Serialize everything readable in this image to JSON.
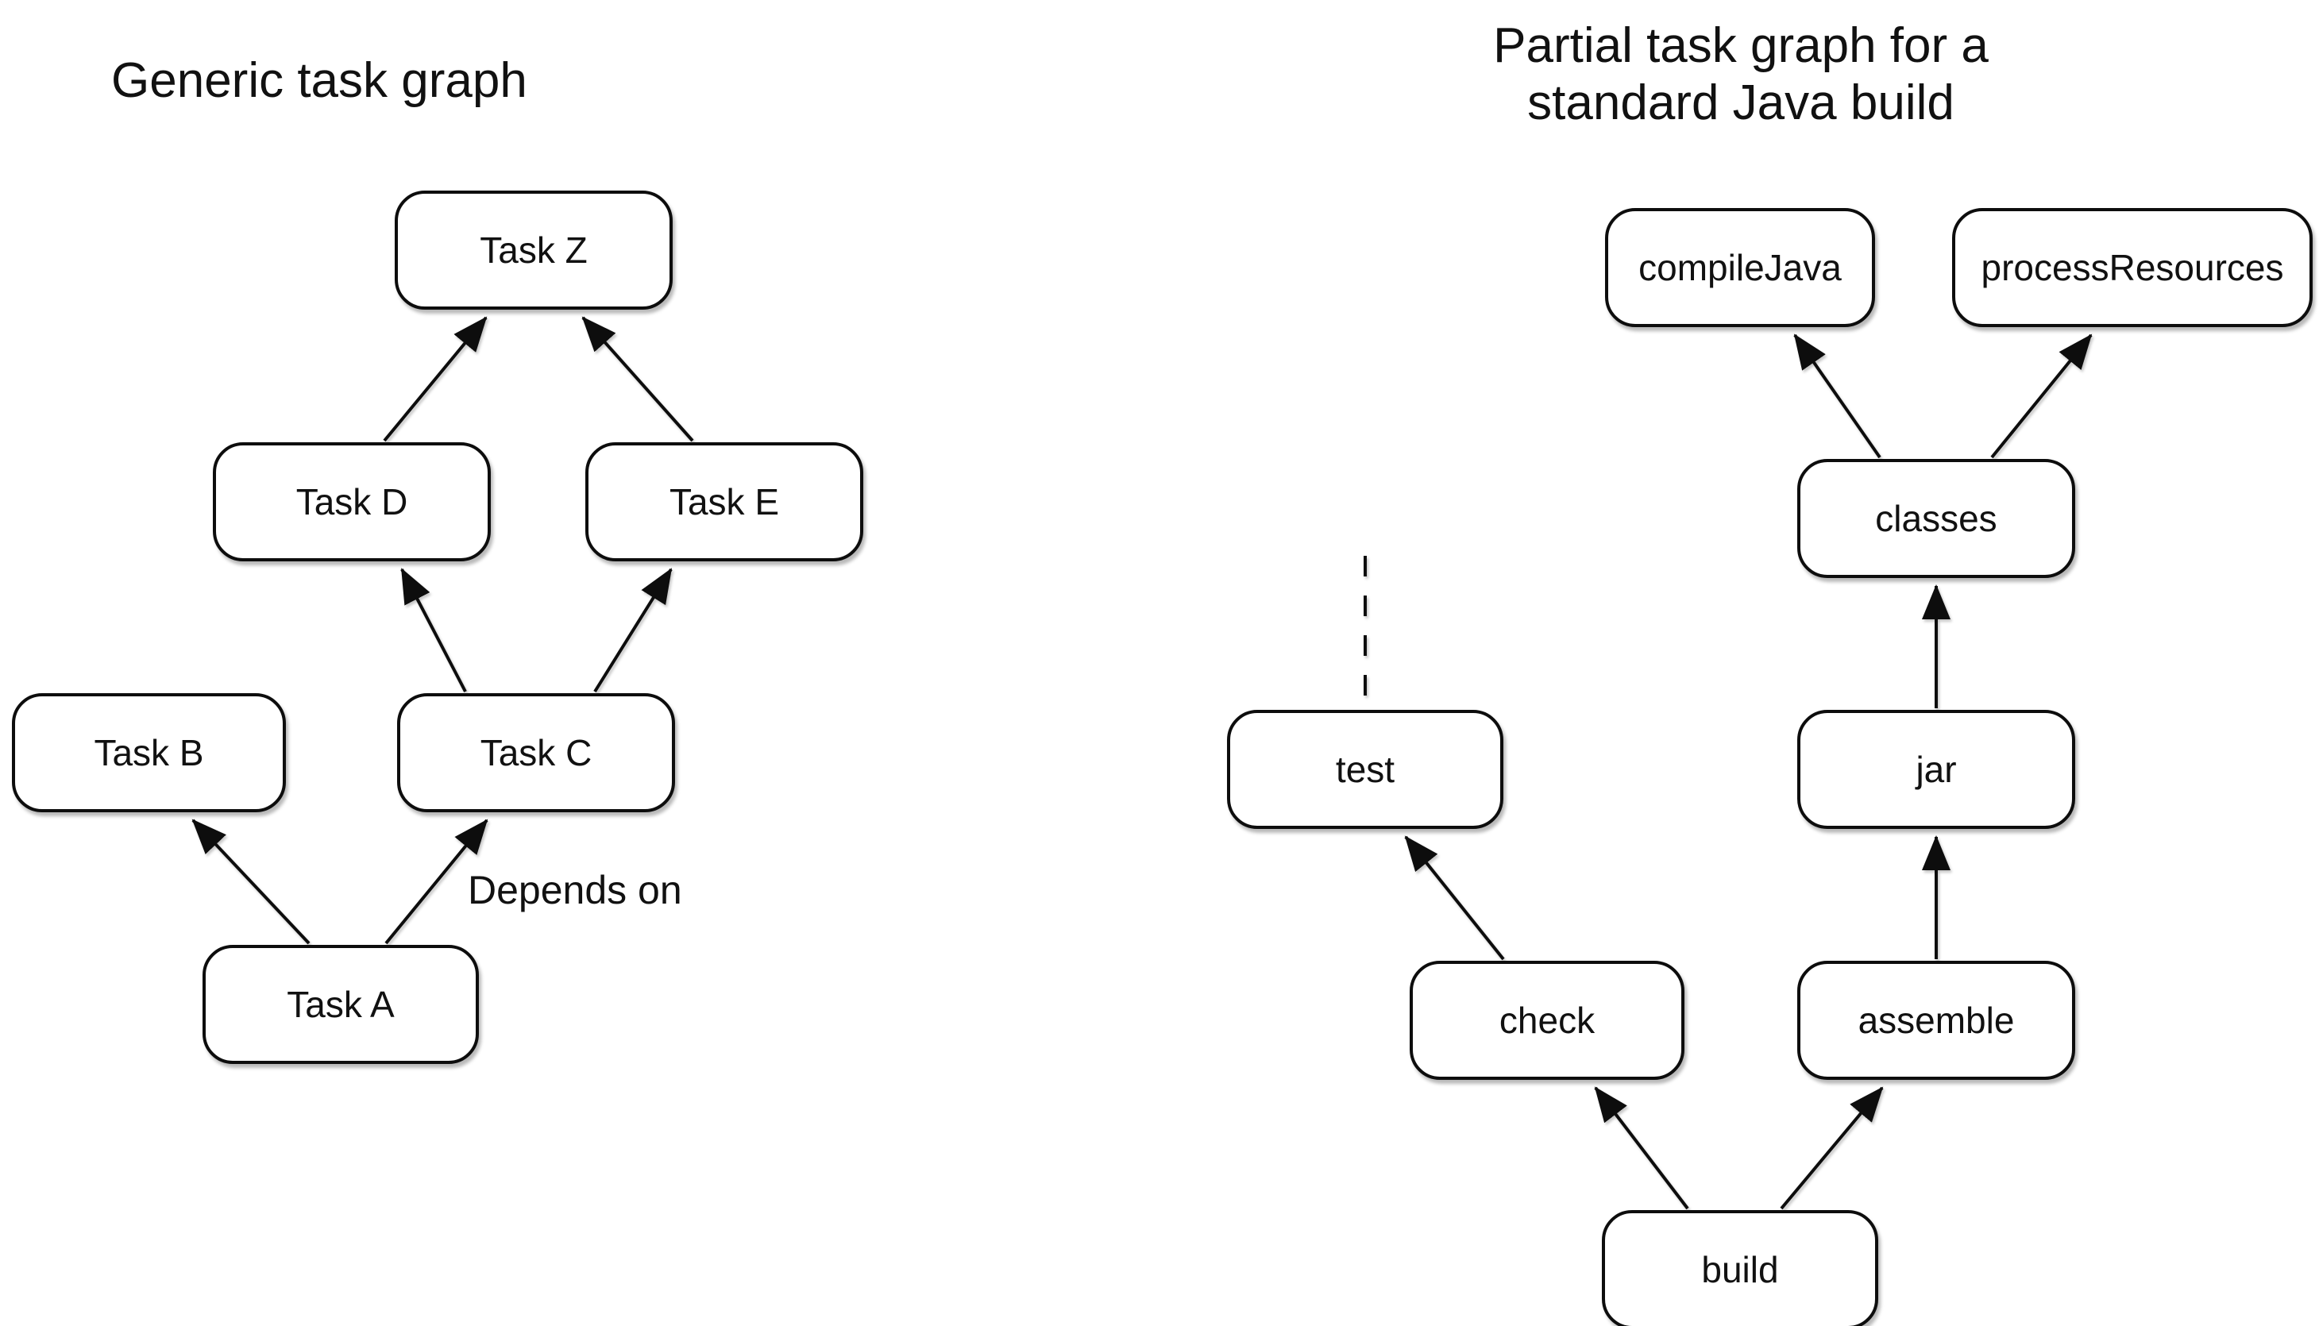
{
  "left_graph": {
    "title": "Generic task graph",
    "nodes": [
      {
        "id": "taskZ",
        "label": "Task Z"
      },
      {
        "id": "taskD",
        "label": "Task D"
      },
      {
        "id": "taskE",
        "label": "Task E"
      },
      {
        "id": "taskB",
        "label": "Task B"
      },
      {
        "id": "taskC",
        "label": "Task C"
      },
      {
        "id": "taskA",
        "label": "Task A"
      }
    ],
    "edges": [
      {
        "from": "taskD",
        "to": "taskZ"
      },
      {
        "from": "taskE",
        "to": "taskZ"
      },
      {
        "from": "taskC",
        "to": "taskD"
      },
      {
        "from": "taskC",
        "to": "taskE"
      },
      {
        "from": "taskA",
        "to": "taskB"
      },
      {
        "from": "taskA",
        "to": "taskC"
      }
    ],
    "edge_label": "Depends on"
  },
  "right_graph": {
    "title_line1": "Partial task graph for a",
    "title_line2": "standard Java build",
    "nodes": [
      {
        "id": "compileJava",
        "label": "compileJava"
      },
      {
        "id": "processResources",
        "label": "processResources"
      },
      {
        "id": "classes",
        "label": "classes"
      },
      {
        "id": "test",
        "label": "test"
      },
      {
        "id": "jar",
        "label": "jar"
      },
      {
        "id": "check",
        "label": "check"
      },
      {
        "id": "assemble",
        "label": "assemble"
      },
      {
        "id": "build",
        "label": "build"
      }
    ],
    "edges": [
      {
        "from": "classes",
        "to": "compileJava"
      },
      {
        "from": "classes",
        "to": "processResources"
      },
      {
        "from": "jar",
        "to": "classes"
      },
      {
        "from": "assemble",
        "to": "jar"
      },
      {
        "from": "check",
        "to": "test"
      },
      {
        "from": "build",
        "to": "check"
      },
      {
        "from": "build",
        "to": "assemble"
      }
    ],
    "truncated_edge_above": "test"
  },
  "colors": {
    "ink": "#111111",
    "border": "#0d0d0d",
    "background": "#ffffff"
  }
}
